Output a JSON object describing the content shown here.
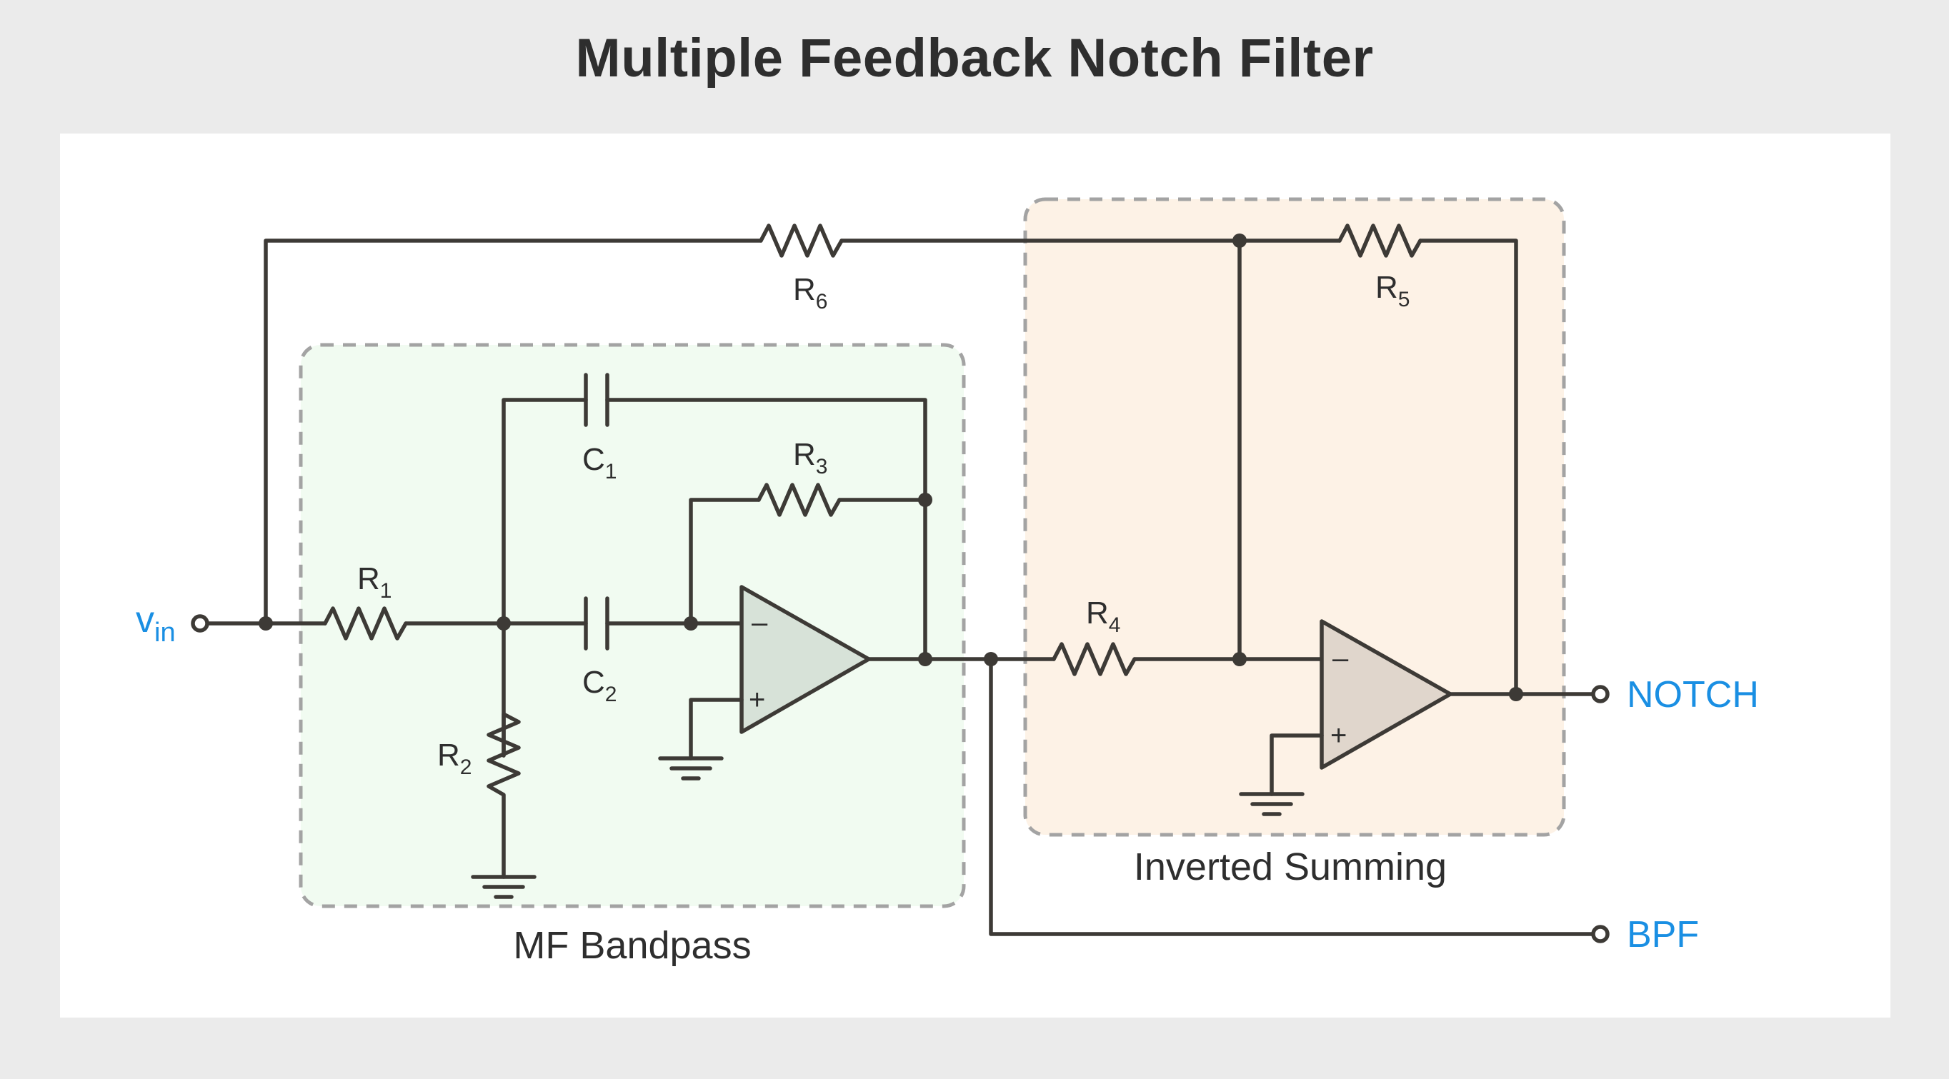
{
  "title": "Multiple Feedback Notch Filter",
  "colors": {
    "background": "#ebebeb",
    "panel": "#ffffff",
    "wire": "#3d3a36",
    "accent_blue": "#1a8fe3",
    "bandpass_fill": "#f1fbf1",
    "summing_fill": "#fdf2e6",
    "opamp1_fill": "#d7e2d8",
    "opamp2_fill": "#e0d6cc",
    "dashed_border": "#a3a3a3"
  },
  "labels": {
    "input_main": "v",
    "input_sub": "in",
    "out_notch": "NOTCH",
    "out_bpf": "BPF",
    "group_bandpass": "MF Bandpass",
    "group_summing": "Inverted Summing"
  },
  "components": {
    "R1": {
      "letter": "R",
      "sub": "1"
    },
    "R2": {
      "letter": "R",
      "sub": "2"
    },
    "R3": {
      "letter": "R",
      "sub": "3"
    },
    "R4": {
      "letter": "R",
      "sub": "4"
    },
    "R5": {
      "letter": "R",
      "sub": "5"
    },
    "R6": {
      "letter": "R",
      "sub": "6"
    },
    "C1": {
      "letter": "C",
      "sub": "1"
    },
    "C2": {
      "letter": "C",
      "sub": "2"
    }
  },
  "opamp_signs": {
    "minus": "–",
    "plus": "+"
  }
}
